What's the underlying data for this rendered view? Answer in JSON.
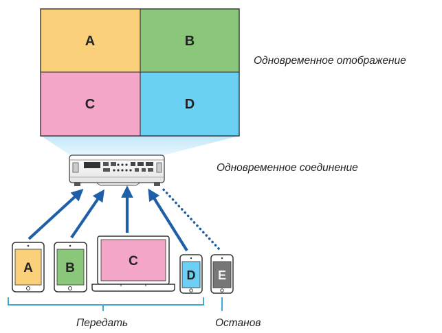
{
  "screen": {
    "tiles": [
      {
        "letter": "A",
        "color": "#fbd07a"
      },
      {
        "letter": "B",
        "color": "#8bc77a"
      },
      {
        "letter": "C",
        "color": "#f4a6c8"
      },
      {
        "letter": "D",
        "color": "#6cd0f5"
      }
    ]
  },
  "captions": {
    "simultaneous_display": "Одновременное отображение",
    "simultaneous_connection": "Одновременное соединение",
    "transmit": "Передать",
    "stop": "Останов"
  },
  "devices": [
    {
      "letter": "A",
      "kind": "tablet",
      "color": "#fbd07a",
      "state": "transmitting"
    },
    {
      "letter": "B",
      "kind": "tablet",
      "color": "#8bc77a",
      "state": "transmitting"
    },
    {
      "letter": "C",
      "kind": "laptop",
      "color": "#f4a6c8",
      "state": "transmitting"
    },
    {
      "letter": "D",
      "kind": "phone",
      "color": "#6cd0f5",
      "state": "transmitting"
    },
    {
      "letter": "E",
      "kind": "phone",
      "color": "#777777",
      "state": "stopped"
    }
  ],
  "colors": {
    "arrow": "#1f5fa8",
    "bracket": "#3fa9dc",
    "device_outline": "#333333",
    "beam": "#bfe6f8"
  }
}
